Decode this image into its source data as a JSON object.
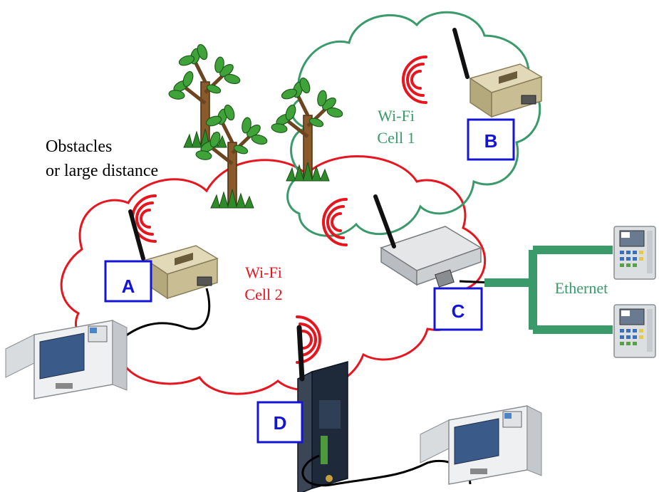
{
  "labels": {
    "obstacles_line1": "Obstacles",
    "obstacles_line2": "or large distance",
    "cell1_line1": "Wi-Fi",
    "cell1_line2": "Cell 1",
    "cell2_line1": "Wi-Fi",
    "cell2_line2": "Cell 2",
    "ethernet": "Ethernet"
  },
  "nodes": {
    "a": "A",
    "b": "B",
    "c": "C",
    "d": "D"
  },
  "colors": {
    "cell1": "#3a9a6a",
    "cell2": "#e8141e",
    "node_box": "#1414d8",
    "ethernet": "#3a9a6a",
    "cable": "#000000"
  },
  "icons": {
    "tree": "tree-icon",
    "serial_device_server": "serial-server-icon",
    "access_point": "access-point-icon",
    "din_rail_router": "din-rail-router-icon",
    "cnc_machine": "cnc-machine-icon",
    "hmi_panel": "hmi-panel-icon",
    "wifi_signal": "wifi-signal-icon"
  }
}
